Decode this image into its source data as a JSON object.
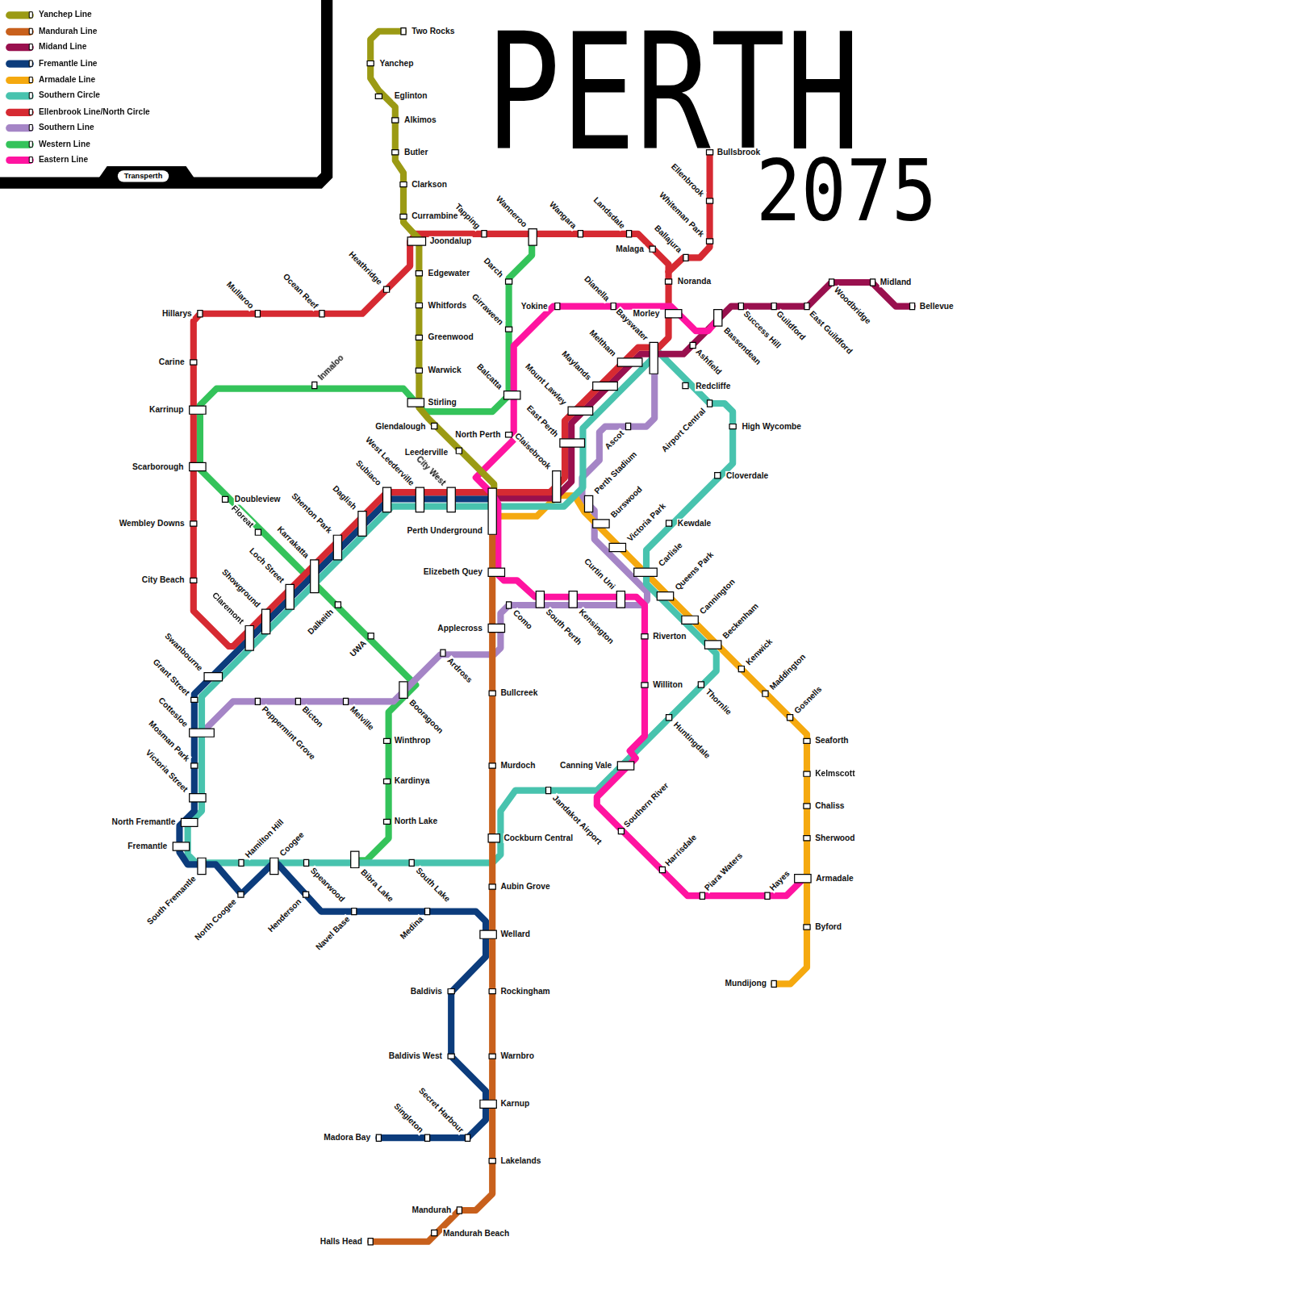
{
  "diagram": {
    "title": "PERTH",
    "labels": [
      "2075",
      "Transperth",
      "Two Rocks",
      "Yanchep",
      "Eglinton",
      "Alkimos",
      "Butler",
      "Clarkson",
      "Currambine",
      "Joondalup",
      "Edgewater",
      "Whitfords",
      "Greenwood",
      "Warwick",
      "Stirling",
      "Glendalough",
      "Leederville",
      "Tapping",
      "Wanneroo",
      "Wangara",
      "Landsdale",
      "Malaga",
      "Bullsbrook",
      "Ellenbrook",
      "Whiteman Park",
      "Ballajura",
      "Noranda",
      "Heathridge",
      "Ocean Reef",
      "Mullaroo",
      "Hillarys",
      "Carine",
      "Karrinup",
      "Scarborough",
      "Wembley Downs",
      "City Beach",
      "Darch",
      "Girraween",
      "Balcatta",
      "Inmaloo",
      "Doubleview",
      "Floreat",
      "Dalkeith",
      "UWA",
      "Winthrop",
      "Kardinya",
      "North Lake",
      "Subiaco",
      "West Leederville",
      "City West",
      "Daglish",
      "Shenton Park",
      "Karrakatta",
      "Loch Street",
      "Showground",
      "Claremont",
      "Swanbourne",
      "Grant Street",
      "Cottesloe",
      "Mosman Park",
      "Victoria Street",
      "North Fremantle",
      "Fremantle",
      "South Fremantle",
      "North Coogee",
      "Henderson",
      "Navel Base",
      "Medina",
      "Baldivis",
      "Baldivis West",
      "Singleton",
      "Secret Harbour",
      "Madora Bay",
      "Hamilton Hill",
      "Coogee",
      "Spearwood",
      "Bibra Lake",
      "South Lake",
      "Jandakot Airport",
      "Canning Vale",
      "Huntingdale",
      "Thornlie",
      "Kewdale",
      "Cloverdale",
      "High Wycombe",
      "Airport Central",
      "Redcliffe",
      "Perth Underground",
      "Elizebeth Quey",
      "Applecross",
      "Bullcreek",
      "Murdoch",
      "Cockburn Central",
      "Aubin Grove",
      "Wellard",
      "Rockingham",
      "Warnbro",
      "Karnup",
      "Lakelands",
      "Mandurah",
      "Mandurah Beach",
      "Halls Head",
      "Peppermint Grove",
      "Bicton",
      "Melville",
      "Booragoon",
      "Ardross",
      "Como",
      "South Perth",
      "Kensington",
      "Curtin Uni",
      "Ascot",
      "Perth Stadium",
      "Burswood",
      "Victoria Park",
      "Carlisle",
      "Queens Park",
      "Cannington",
      "Beckenham",
      "Kenwick",
      "Maddington",
      "Gosnells",
      "Seaforth",
      "Kelmscott",
      "Chaliss",
      "Sherwood",
      "Armadale",
      "Byford",
      "Mundijong",
      "Yokine",
      "Dianella",
      "Morley",
      "Bayswater",
      "Meltham",
      "Maylands",
      "Mount Lawley",
      "East Perth",
      "Claisebrook",
      "North Perth",
      "Riverton",
      "Williton",
      "Southern River",
      "Harrisdale",
      "Piara Waters",
      "Hayes",
      "Bassendean",
      "Ashfield",
      "Success Hill",
      "Guildford",
      "East Guildford",
      "Woodbridge",
      "Midland",
      "Bellevue"
    ],
    "legend": [
      {
        "text": "Yanchep Line",
        "color": "#9b9a14"
      },
      {
        "text": "Mandurah Line",
        "color": "#c8601c"
      },
      {
        "text": "Midand Line",
        "color": "#99104e"
      },
      {
        "text": "Fremantle Line",
        "color": "#0c3c7c"
      },
      {
        "text": "Armadale Line",
        "color": "#f5a90f"
      },
      {
        "text": "Southern Circle",
        "color": "#48c3ae"
      },
      {
        "text": "Ellenbrook Line/North Circle",
        "color": "#d62a32"
      },
      {
        "text": "Southern Line",
        "color": "#a585c6"
      },
      {
        "text": "Western Line",
        "color": "#34c35a"
      },
      {
        "text": "Eastern Line",
        "color": "#ff14a0"
      }
    ]
  }
}
